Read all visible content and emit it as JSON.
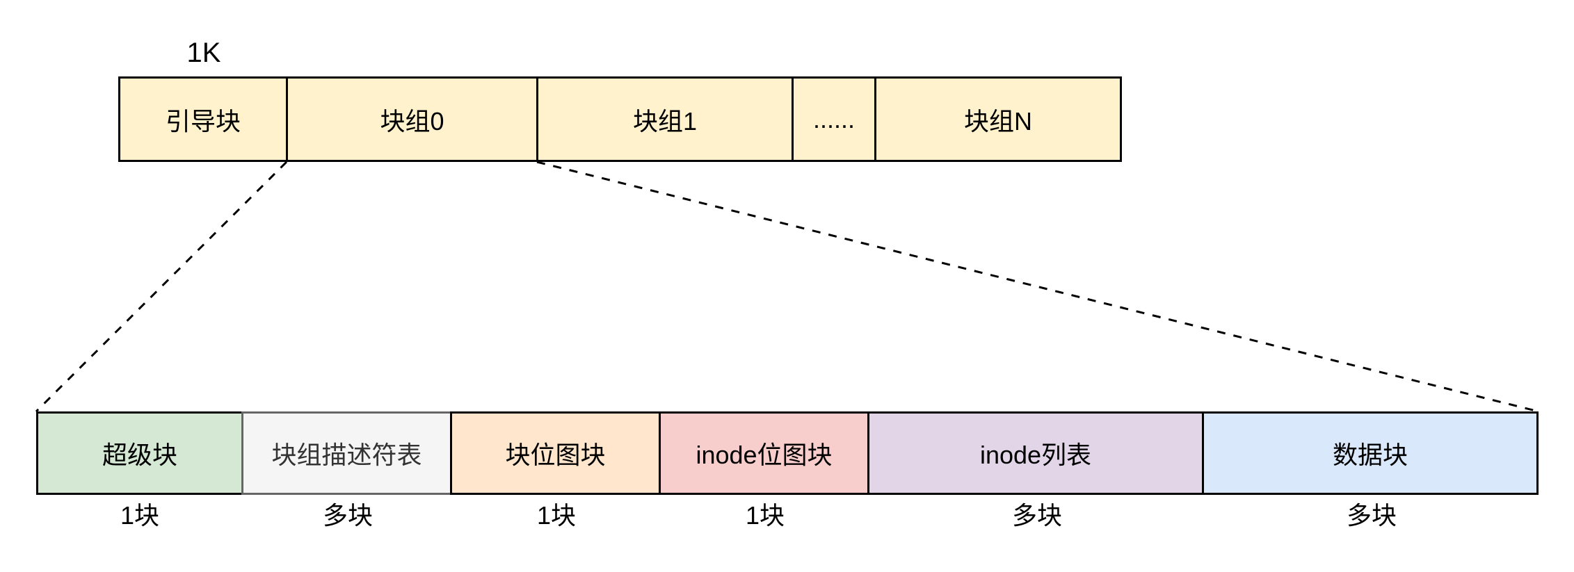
{
  "top_row": {
    "size_label": "1K",
    "fill": "#FFF2CC",
    "border": "#000000",
    "segments": [
      {
        "label": "引导块"
      },
      {
        "label": "块组0"
      },
      {
        "label": "块组1"
      },
      {
        "label": "......"
      },
      {
        "label": "块组N"
      }
    ]
  },
  "bottom_row": {
    "segments": [
      {
        "label": "超级块",
        "count": "1块",
        "fill": "#D5E8D4",
        "border": "#000000",
        "text_color": "#000000"
      },
      {
        "label": "块组描述符表",
        "count": "多块",
        "fill": "#F5F5F5",
        "border": "#666666",
        "text_color": "#333333"
      },
      {
        "label": "块位图块",
        "count": "1块",
        "fill": "#FFE6CC",
        "border": "#000000",
        "text_color": "#000000"
      },
      {
        "label": "inode位图块",
        "count": "1块",
        "fill": "#F8CECC",
        "border": "#000000",
        "text_color": "#000000"
      },
      {
        "label": "inode列表",
        "count": "多块",
        "fill": "#E1D5E7",
        "border": "#000000",
        "text_color": "#000000"
      },
      {
        "label": "数据块",
        "count": "多块",
        "fill": "#DAE8FC",
        "border": "#000000",
        "text_color": "#000000"
      }
    ]
  },
  "connector": {
    "style": "dashed",
    "color": "#000000"
  }
}
